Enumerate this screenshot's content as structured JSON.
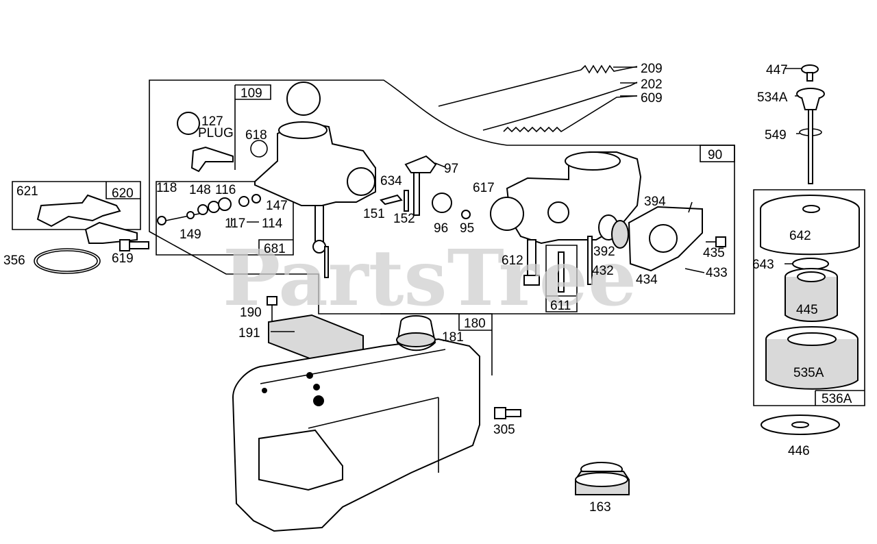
{
  "watermark": "PartsTree",
  "boxes": {
    "b109": "109",
    "b90": "90",
    "b620": "620",
    "b681": "681",
    "b611": "611",
    "b180": "180",
    "b536a": "536A"
  },
  "labels": {
    "p209": "209",
    "p202": "202",
    "p609": "609",
    "p447": "447",
    "p534a": "534A",
    "p549": "549",
    "p127": "127",
    "plug": "PLUG",
    "p618": "618",
    "p634": "634",
    "p97": "97",
    "p617": "617",
    "p394": "394",
    "p621": "621",
    "p118": "118",
    "p148": "148",
    "p116": "116",
    "p147": "147",
    "p117": "117",
    "p114": "114",
    "p149": "149",
    "p151": "151",
    "p152": "152",
    "p96": "96",
    "p95": "95",
    "p356": "356",
    "p619": "619",
    "p612": "612",
    "p392": "392",
    "p432": "432",
    "p434": "434",
    "p435": "435",
    "p433": "433",
    "p642": "642",
    "p643": "643",
    "p445": "445",
    "p535a": "535A",
    "p446": "446",
    "p190": "190",
    "p191": "191",
    "p181": "181",
    "p305": "305",
    "p163": "163"
  }
}
